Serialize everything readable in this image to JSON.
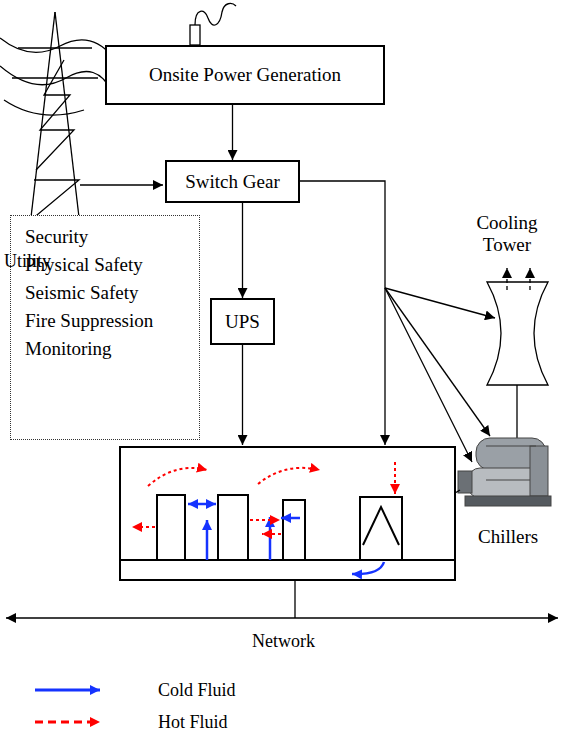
{
  "diagram": {
    "nodes": [
      {
        "text": [
          "Onsite Power Generation"
        ]
      },
      {
        "text": [
          "Switch Gear"
        ]
      },
      {
        "text": [
          "Security",
          "Physical Safety",
          "Seismic Safety",
          "Fire Suppression",
          "Monitoring"
        ]
      },
      {
        "text": [
          "UPS"
        ]
      }
    ],
    "edges": [
      {
        "from": 0,
        "to": 1,
        "arrow": "to"
      },
      {
        "from": 1,
        "to": 3,
        "arrow": "to"
      }
    ],
    "labels": [
      "Utility",
      "Cooling Tower",
      "Chillers",
      "Network"
    ],
    "legend": [
      {
        "text": "Cold Fluid"
      },
      {
        "text": "Hot Fluid"
      }
    ]
  }
}
